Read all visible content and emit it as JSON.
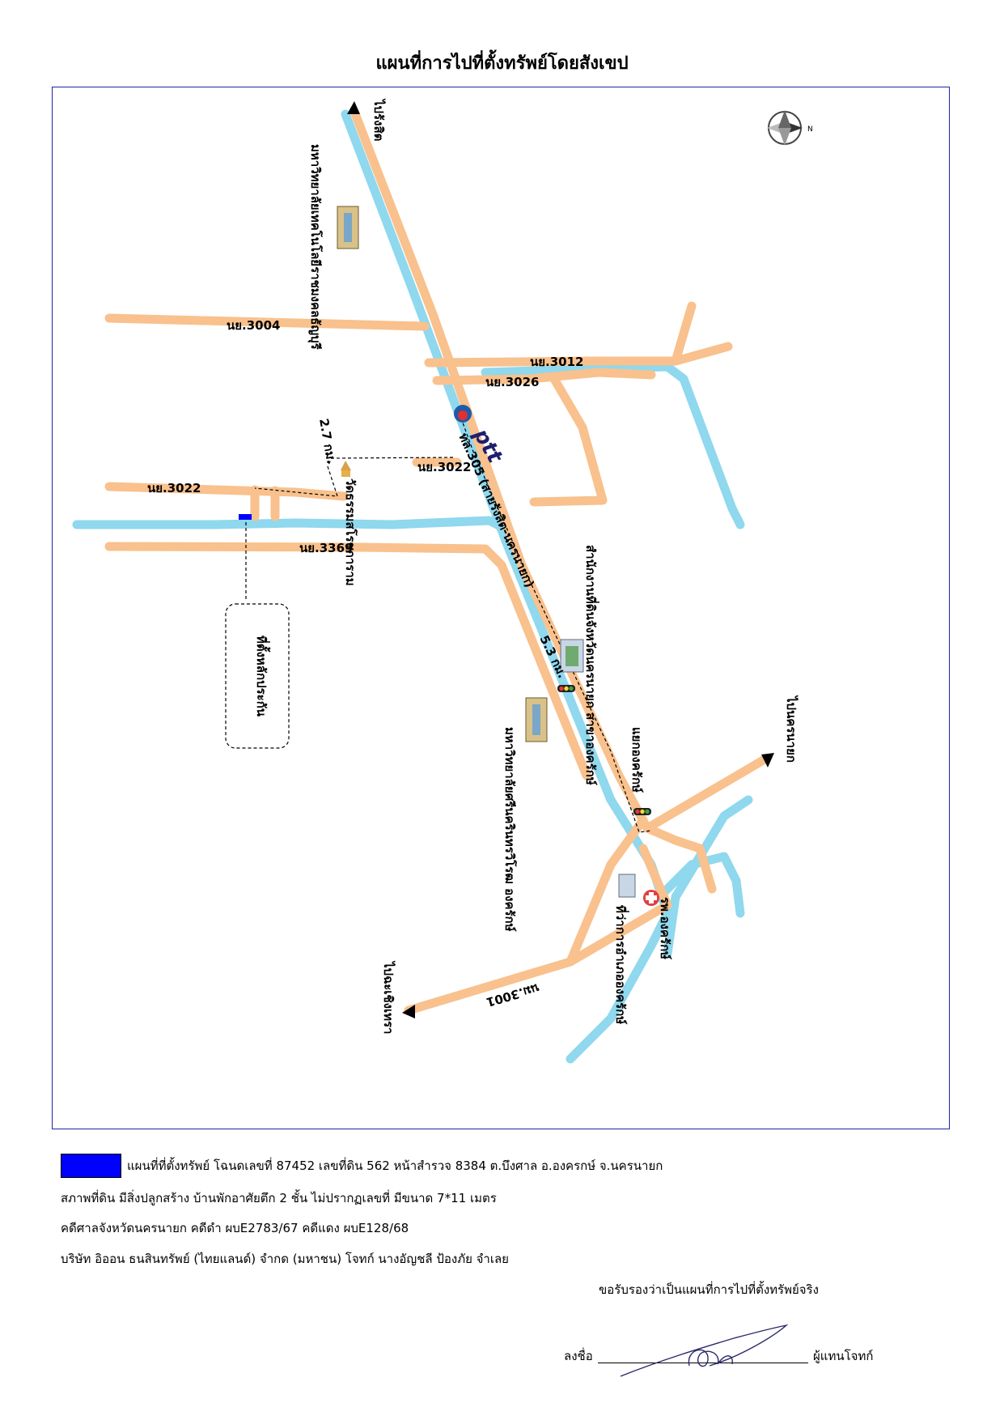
{
  "title": "แผนที่การไปที่ตั้งทรัพย์โดยสังเขป",
  "map": {
    "labels": {
      "to_rangsit": "ไปรังสิต",
      "to_nakhon_nayok": "ไปนครนายก",
      "to_chachoengsao": "ไปฉะเชิงเทรา",
      "route_3004": "นย.3004",
      "route_3012": "นย.3012",
      "route_3026": "นย.3026",
      "route_3022_east": "นย.3022",
      "route_3022_west": "นย.3022",
      "route_3369": "นย.3369",
      "route_305": "ทล.305 (สายรังสิต-นครนายก)",
      "route_3001": "นม.3001",
      "dist_2_7": "2.7 กม.",
      "dist_5_3": "5.3 กม.",
      "property_box": "ที่ตั้งหลักประกัน",
      "univ_north": "มหาวิทยาลัยเทคโนโลยีราชมงคลธัญบุรี",
      "wat": "วัดธรรมสโรชการาม",
      "land_office": "สำนักงานที่ดินจังหวัดนครนายก สาขาองครักษ์",
      "univ_south": "มหาวิทยาลัยศรีนครินทรวิโรฒ องครักษ์",
      "intersection": "แยกองครักษ์",
      "district_office": "ที่ว่าการอำเภอองครักษ์",
      "hospital": "รพ.องครักษ์",
      "ptt_logo": "ptt",
      "compass_n": "N"
    },
    "colors": {
      "road": "#f9c18d",
      "river": "#8fd8ee",
      "frame": "#2222aa",
      "property": "#0000ff"
    }
  },
  "legend": {
    "line1": "แผนที่ที่ตั้งทรัพย์ โฉนดเลขที่ 87452  เลขที่ดิน  562  หน้าสำรวจ  8384 ต.บึงศาล อ.องครกษ์  จ.นครนายก",
    "line2": "สภาพที่ดิน มีสิ่งปลูกสร้าง บ้านพักอาศัยตึก  2 ชั้น ไม่ปรากฏเลขที่  มีขนาด 7*11 เมตร",
    "line3": "คดีศาลจังหวัดนครนายก  คดีดำ ผบE2783/67  คดีแดง ผบE128/68",
    "line4": "บริษัท อิออน ธนสินทรัพย์ (ไทยแลนด์) จำกด (มหาชน)  โจทก์   นางอัญชลี ป้องภัย   จำเลย"
  },
  "certify": "ขอรับรองว่าเป็นแผนที่การไปที่ตั้งทรัพย์จริง",
  "sign_label": "ลงชื่อ",
  "sign_role": "ผู้แทนโจทก์",
  "signature_text": "Am."
}
